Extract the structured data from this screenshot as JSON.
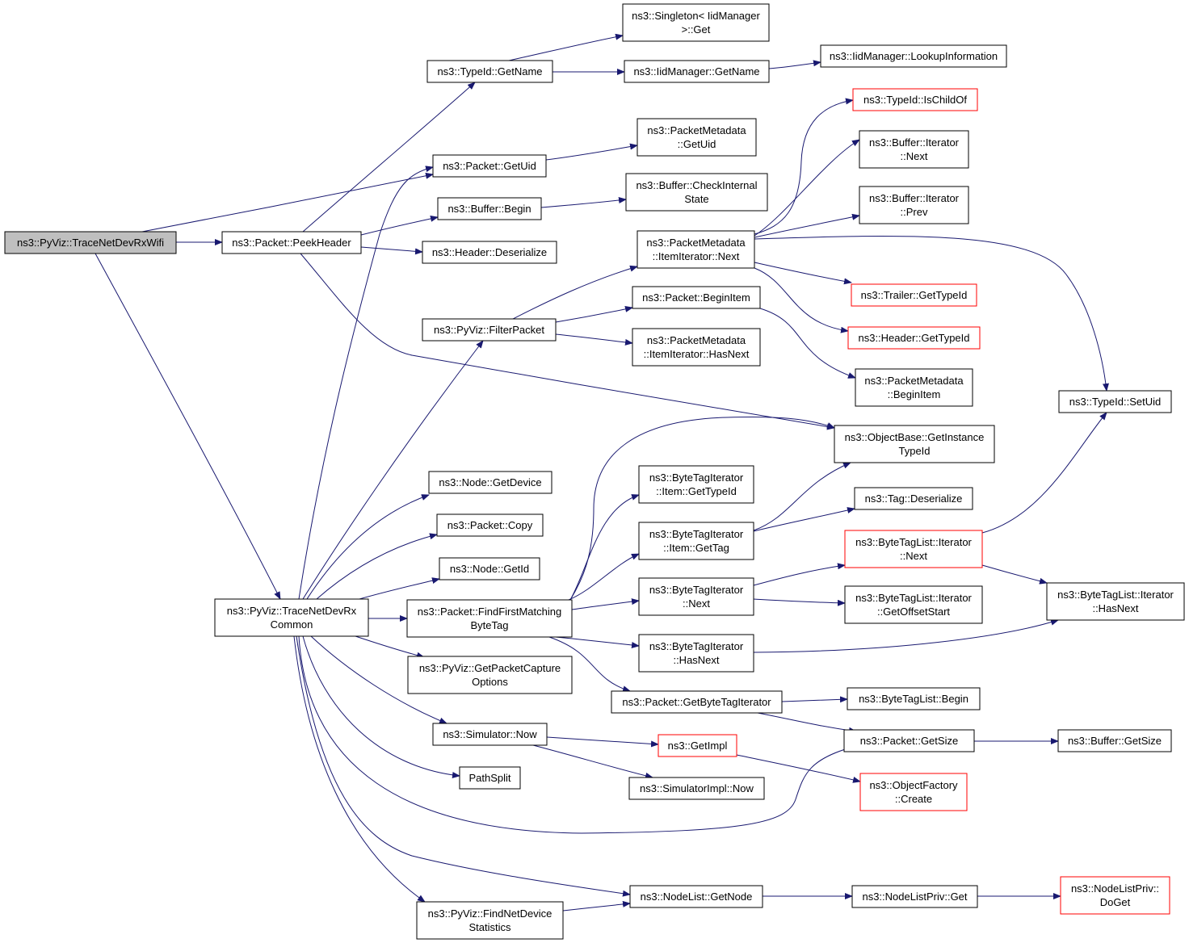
{
  "colors": {
    "edge": "#191970",
    "border": "#000000",
    "border_truncated": "#ff0000",
    "root_fill": "#bfbfbf",
    "fill": "#ffffff"
  },
  "nodes": [
    {
      "id": "n_root",
      "lines": [
        "ns3::PyViz::TraceNetDevRxWifi"
      ],
      "style": "root"
    },
    {
      "id": "n_peekheader",
      "lines": [
        "ns3::Packet::PeekHeader"
      ]
    },
    {
      "id": "n_typeid_getname",
      "lines": [
        "ns3::TypeId::GetName"
      ]
    },
    {
      "id": "n_singleton_get",
      "lines": [
        "ns3::Singleton< IidManager",
        ">::Get"
      ]
    },
    {
      "id": "n_iid_getname",
      "lines": [
        "ns3::IidManager::GetName"
      ]
    },
    {
      "id": "n_iid_lookup",
      "lines": [
        "ns3::IidManager::LookupInformation"
      ]
    },
    {
      "id": "n_packet_getuid",
      "lines": [
        "ns3::Packet::GetUid"
      ]
    },
    {
      "id": "n_pm_getuid",
      "lines": [
        "ns3::PacketMetadata",
        "::GetUid"
      ]
    },
    {
      "id": "n_buffer_begin",
      "lines": [
        "ns3::Buffer::Begin"
      ]
    },
    {
      "id": "n_buffer_checkinternal",
      "lines": [
        "ns3::Buffer::CheckInternal",
        "State"
      ]
    },
    {
      "id": "n_header_deserialize",
      "lines": [
        "ns3::Header::Deserialize"
      ]
    },
    {
      "id": "n_pm_itemiterator_next",
      "lines": [
        "ns3::PacketMetadata",
        "::ItemIterator::Next"
      ]
    },
    {
      "id": "n_typeid_ischildof",
      "lines": [
        "ns3::TypeId::IsChildOf"
      ],
      "style": "truncated"
    },
    {
      "id": "n_buffer_iterator_next",
      "lines": [
        "ns3::Buffer::Iterator",
        "::Next"
      ]
    },
    {
      "id": "n_buffer_iterator_prev",
      "lines": [
        "ns3::Buffer::Iterator",
        "::Prev"
      ]
    },
    {
      "id": "n_trailer_gettypeid",
      "lines": [
        "ns3::Trailer::GetTypeId"
      ],
      "style": "truncated"
    },
    {
      "id": "n_header_gettypeid",
      "lines": [
        "ns3::Header::GetTypeId"
      ],
      "style": "truncated"
    },
    {
      "id": "n_typeid_setuid",
      "lines": [
        "ns3::TypeId::SetUid"
      ]
    },
    {
      "id": "n_filterpacket",
      "lines": [
        "ns3::PyViz::FilterPacket"
      ]
    },
    {
      "id": "n_packet_beginitem",
      "lines": [
        "ns3::Packet::BeginItem"
      ]
    },
    {
      "id": "n_pm_itemiterator_hasnext",
      "lines": [
        "ns3::PacketMetadata",
        "::ItemIterator::HasNext"
      ]
    },
    {
      "id": "n_pm_beginitem",
      "lines": [
        "ns3::PacketMetadata",
        "::BeginItem"
      ]
    },
    {
      "id": "n_objectbase_getinstancetypeid",
      "lines": [
        "ns3::ObjectBase::GetInstance",
        "TypeId"
      ]
    },
    {
      "id": "n_node_getdevice",
      "lines": [
        "ns3::Node::GetDevice"
      ]
    },
    {
      "id": "n_packet_copy",
      "lines": [
        "ns3::Packet::Copy"
      ]
    },
    {
      "id": "n_node_getid",
      "lines": [
        "ns3::Node::GetId"
      ]
    },
    {
      "id": "n_tracenetdevrxcommon",
      "lines": [
        "ns3::PyViz::TraceNetDevRx",
        "Common"
      ]
    },
    {
      "id": "n_findfirstmatching",
      "lines": [
        "ns3::Packet::FindFirstMatching",
        "ByteTag"
      ]
    },
    {
      "id": "n_bti_item_gettypeid",
      "lines": [
        "ns3::ByteTagIterator",
        "::Item::GetTypeId"
      ]
    },
    {
      "id": "n_bti_item_gettag",
      "lines": [
        "ns3::ByteTagIterator",
        "::Item::GetTag"
      ]
    },
    {
      "id": "n_tag_deserialize",
      "lines": [
        "ns3::Tag::Deserialize"
      ]
    },
    {
      "id": "n_btl_iterator_next",
      "lines": [
        "ns3::ByteTagList::Iterator",
        "::Next"
      ],
      "style": "truncated"
    },
    {
      "id": "n_bti_next",
      "lines": [
        "ns3::ByteTagIterator",
        "::Next"
      ]
    },
    {
      "id": "n_btl_iterator_getoffsetstart",
      "lines": [
        "ns3::ByteTagList::Iterator",
        "::GetOffsetStart"
      ]
    },
    {
      "id": "n_btl_iterator_hasnext",
      "lines": [
        "ns3::ByteTagList::Iterator",
        "::HasNext"
      ]
    },
    {
      "id": "n_bti_hasnext",
      "lines": [
        "ns3::ByteTagIterator",
        "::HasNext"
      ]
    },
    {
      "id": "n_getpacketcaptureoptions",
      "lines": [
        "ns3::PyViz::GetPacketCapture",
        "Options"
      ]
    },
    {
      "id": "n_packet_getbytetagiterator",
      "lines": [
        "ns3::Packet::GetByteTagIterator"
      ]
    },
    {
      "id": "n_btl_begin",
      "lines": [
        "ns3::ByteTagList::Begin"
      ]
    },
    {
      "id": "n_simulator_now",
      "lines": [
        "ns3::Simulator::Now"
      ]
    },
    {
      "id": "n_getimpl",
      "lines": [
        "ns3::GetImpl"
      ],
      "style": "truncated"
    },
    {
      "id": "n_packet_getsize",
      "lines": [
        "ns3::Packet::GetSize"
      ]
    },
    {
      "id": "n_buffer_getsize",
      "lines": [
        "ns3::Buffer::GetSize"
      ]
    },
    {
      "id": "n_pathsplit",
      "lines": [
        "PathSplit"
      ]
    },
    {
      "id": "n_simulatorimpl_now",
      "lines": [
        "ns3::SimulatorImpl::Now"
      ]
    },
    {
      "id": "n_objectfactory_create",
      "lines": [
        "ns3::ObjectFactory",
        "::Create"
      ],
      "style": "truncated"
    },
    {
      "id": "n_nodelist_getnode",
      "lines": [
        "ns3::NodeList::GetNode"
      ]
    },
    {
      "id": "n_nodelistpriv_get",
      "lines": [
        "ns3::NodeListPriv::Get"
      ]
    },
    {
      "id": "n_nodelistpriv_doget",
      "lines": [
        "ns3::NodeListPriv::",
        "DoGet"
      ],
      "style": "truncated"
    },
    {
      "id": "n_findnetdevicestatistics",
      "lines": [
        "ns3::PyViz::FindNetDevice",
        "Statistics"
      ]
    }
  ],
  "edges": [
    [
      "n_root",
      "n_peekheader"
    ],
    [
      "n_root",
      "n_packet_getuid"
    ],
    [
      "n_root",
      "n_tracenetdevrxcommon"
    ],
    [
      "n_peekheader",
      "n_typeid_getname"
    ],
    [
      "n_peekheader",
      "n_buffer_begin"
    ],
    [
      "n_peekheader",
      "n_header_deserialize"
    ],
    [
      "n_peekheader",
      "n_objectbase_getinstancetypeid"
    ],
    [
      "n_typeid_getname",
      "n_singleton_get"
    ],
    [
      "n_typeid_getname",
      "n_iid_getname"
    ],
    [
      "n_iid_getname",
      "n_iid_lookup"
    ],
    [
      "n_packet_getuid",
      "n_pm_getuid"
    ],
    [
      "n_buffer_begin",
      "n_buffer_checkinternal"
    ],
    [
      "n_filterpacket",
      "n_pm_itemiterator_next"
    ],
    [
      "n_filterpacket",
      "n_packet_beginitem"
    ],
    [
      "n_filterpacket",
      "n_pm_itemiterator_hasnext"
    ],
    [
      "n_pm_itemiterator_next",
      "n_typeid_ischildof"
    ],
    [
      "n_pm_itemiterator_next",
      "n_buffer_iterator_next"
    ],
    [
      "n_pm_itemiterator_next",
      "n_buffer_iterator_prev"
    ],
    [
      "n_pm_itemiterator_next",
      "n_typeid_setuid"
    ],
    [
      "n_pm_itemiterator_next",
      "n_trailer_gettypeid"
    ],
    [
      "n_pm_itemiterator_next",
      "n_header_gettypeid"
    ],
    [
      "n_packet_beginitem",
      "n_pm_beginitem"
    ],
    [
      "n_tracenetdevrxcommon",
      "n_packet_getuid"
    ],
    [
      "n_tracenetdevrxcommon",
      "n_filterpacket"
    ],
    [
      "n_tracenetdevrxcommon",
      "n_node_getdevice"
    ],
    [
      "n_tracenetdevrxcommon",
      "n_packet_copy"
    ],
    [
      "n_tracenetdevrxcommon",
      "n_node_getid"
    ],
    [
      "n_tracenetdevrxcommon",
      "n_findfirstmatching"
    ],
    [
      "n_tracenetdevrxcommon",
      "n_getpacketcaptureoptions"
    ],
    [
      "n_tracenetdevrxcommon",
      "n_simulator_now"
    ],
    [
      "n_tracenetdevrxcommon",
      "n_pathsplit"
    ],
    [
      "n_tracenetdevrxcommon",
      "n_packet_getsize"
    ],
    [
      "n_tracenetdevrxcommon",
      "n_nodelist_getnode"
    ],
    [
      "n_tracenetdevrxcommon",
      "n_findnetdevicestatistics"
    ],
    [
      "n_findfirstmatching",
      "n_objectbase_getinstancetypeid"
    ],
    [
      "n_findfirstmatching",
      "n_bti_item_gettypeid"
    ],
    [
      "n_findfirstmatching",
      "n_bti_item_gettag"
    ],
    [
      "n_findfirstmatching",
      "n_bti_next"
    ],
    [
      "n_findfirstmatching",
      "n_bti_hasnext"
    ],
    [
      "n_findfirstmatching",
      "n_packet_getbytetagiterator"
    ],
    [
      "n_bti_item_gettag",
      "n_objectbase_getinstancetypeid"
    ],
    [
      "n_bti_item_gettag",
      "n_tag_deserialize"
    ],
    [
      "n_bti_next",
      "n_btl_iterator_next"
    ],
    [
      "n_bti_next",
      "n_btl_iterator_getoffsetstart"
    ],
    [
      "n_btl_iterator_next",
      "n_typeid_setuid"
    ],
    [
      "n_btl_iterator_next",
      "n_btl_iterator_hasnext"
    ],
    [
      "n_bti_hasnext",
      "n_btl_iterator_hasnext"
    ],
    [
      "n_packet_getbytetagiterator",
      "n_btl_begin"
    ],
    [
      "n_packet_getbytetagiterator",
      "n_packet_getsize"
    ],
    [
      "n_simulator_now",
      "n_getimpl"
    ],
    [
      "n_simulator_now",
      "n_simulatorimpl_now"
    ],
    [
      "n_getimpl",
      "n_objectfactory_create"
    ],
    [
      "n_packet_getsize",
      "n_buffer_getsize"
    ],
    [
      "n_nodelist_getnode",
      "n_nodelistpriv_get"
    ],
    [
      "n_nodelistpriv_get",
      "n_nodelistpriv_doget"
    ],
    [
      "n_findnetdevicestatistics",
      "n_nodelist_getnode"
    ]
  ]
}
